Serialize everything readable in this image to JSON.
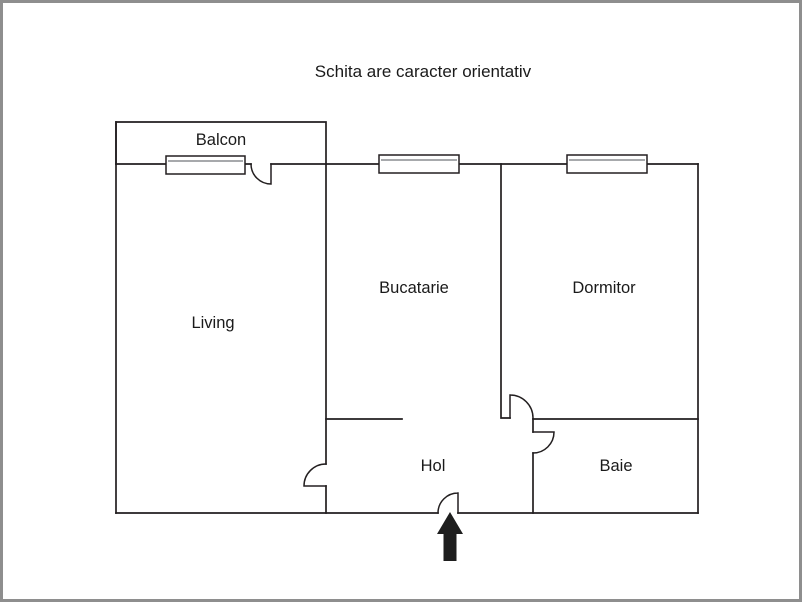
{
  "title": "Schita are caracter orientativ",
  "rooms": {
    "balcon": "Balcon",
    "living": "Living",
    "bucatarie": "Bucatarie",
    "dormitor": "Dormitor",
    "hol": "Hol",
    "baie": "Baie"
  },
  "entrance": {
    "icon": "up-arrow-icon"
  },
  "colors": {
    "wall": "#231f20",
    "text": "#1a1a1a",
    "frame_border": "#8e8e8e",
    "window_accent": "#a7a9ac",
    "arrow": "#1e1e1e",
    "background": "#ffffff"
  }
}
